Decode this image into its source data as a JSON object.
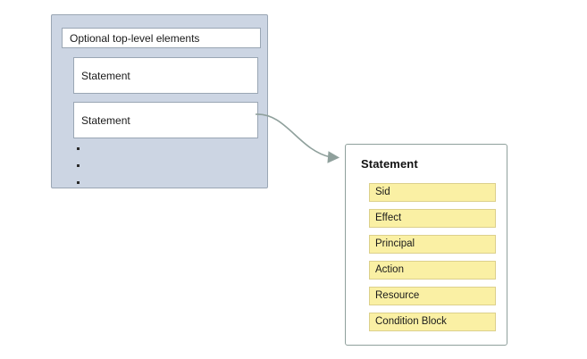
{
  "diagram": {
    "policy_panel": {
      "top_level_label": "Optional top-level elements",
      "statements": [
        {
          "label": "Statement"
        },
        {
          "label": "Statement"
        }
      ],
      "ellipsis": "···"
    },
    "connector": {
      "icon": "curved-arrow-icon",
      "color": "#8fa09c"
    },
    "statement_panel": {
      "title": "Statement",
      "fields": [
        {
          "label": "Sid"
        },
        {
          "label": "Effect"
        },
        {
          "label": "Principal"
        },
        {
          "label": "Action"
        },
        {
          "label": "Resource"
        },
        {
          "label": "Condition Block"
        }
      ]
    },
    "colors": {
      "panel_fill": "#ccd5e3",
      "panel_border": "#9aa6b4",
      "box_fill": "#ffffff",
      "field_fill": "#faf0a4",
      "field_border": "#dcd08c",
      "detail_border": "#8fa09c",
      "background": "#ffffff"
    }
  }
}
